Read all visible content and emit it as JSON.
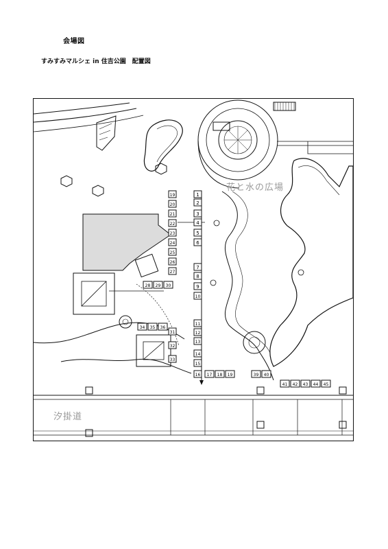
{
  "header": {
    "title": "会場図",
    "subtitle": "すみすみマルシェ in 住吉公園　配置図"
  },
  "areas": {
    "flower_plaza": "花と水の広場",
    "road": "汐掛道"
  },
  "booths": {
    "row_a": [
      "1",
      "2",
      "3",
      "4",
      "5",
      "6",
      "7",
      "8",
      "9",
      "10"
    ],
    "row_b": [
      "11",
      "12",
      "13",
      "14",
      "15",
      "16"
    ],
    "row_c": [
      "17",
      "18",
      "19"
    ],
    "row_d": [
      "39",
      "40"
    ],
    "row_e": [
      "41",
      "42",
      "43",
      "44",
      "45"
    ],
    "row_f": [
      "28",
      "29",
      "30"
    ],
    "row_g": [
      "34",
      "35",
      "36"
    ],
    "col_left": [
      "19",
      "20",
      "21",
      "22",
      "23",
      "24",
      "25",
      "26",
      "27"
    ],
    "col_mid": [
      "31",
      "32",
      "33"
    ]
  },
  "colors": {
    "line": "#111111",
    "label": "#9a9a9a"
  }
}
